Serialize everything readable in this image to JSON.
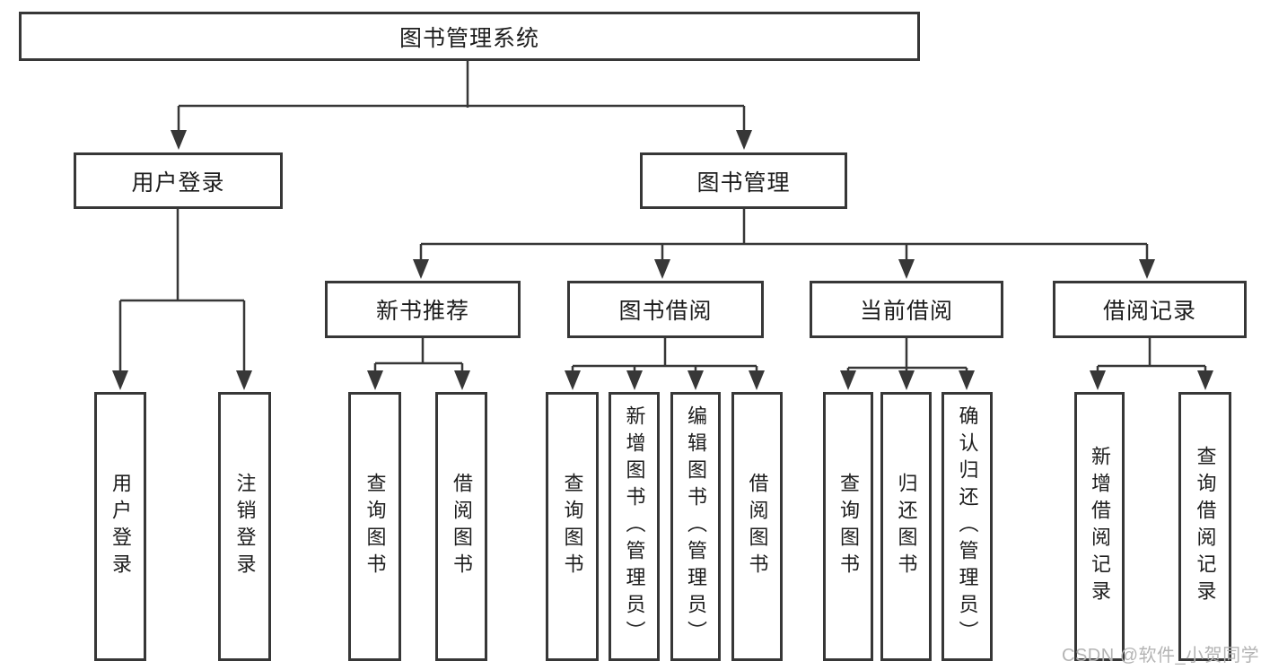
{
  "diagram": {
    "type": "hierarchy-tree",
    "root": {
      "label": "图书管理系统",
      "children": [
        {
          "label": "用户登录",
          "children": [
            {
              "label": "用户登录"
            },
            {
              "label": "注销登录"
            }
          ]
        },
        {
          "label": "图书管理",
          "children": [
            {
              "label": "新书推荐",
              "children": [
                {
                  "label": "查询图书"
                },
                {
                  "label": "借阅图书"
                }
              ]
            },
            {
              "label": "图书借阅",
              "children": [
                {
                  "label": "查询图书"
                },
                {
                  "label": "新增图书（管理员）"
                },
                {
                  "label": "编辑图书（管理员）"
                },
                {
                  "label": "借阅图书"
                }
              ]
            },
            {
              "label": "当前借阅",
              "children": [
                {
                  "label": "查询图书"
                },
                {
                  "label": "归还图书"
                },
                {
                  "label": "确认归还（管理员）"
                }
              ]
            },
            {
              "label": "借阅记录",
              "children": [
                {
                  "label": "新增借阅记录"
                },
                {
                  "label": "查询借阅记录"
                }
              ]
            }
          ]
        }
      ]
    },
    "colors": {
      "line": "#373737",
      "text": "#1d1d1d",
      "background": "#ffffff"
    }
  },
  "watermark": {
    "text": "CSDN @软件_小贺同学",
    "color": "#b4b4b4"
  }
}
